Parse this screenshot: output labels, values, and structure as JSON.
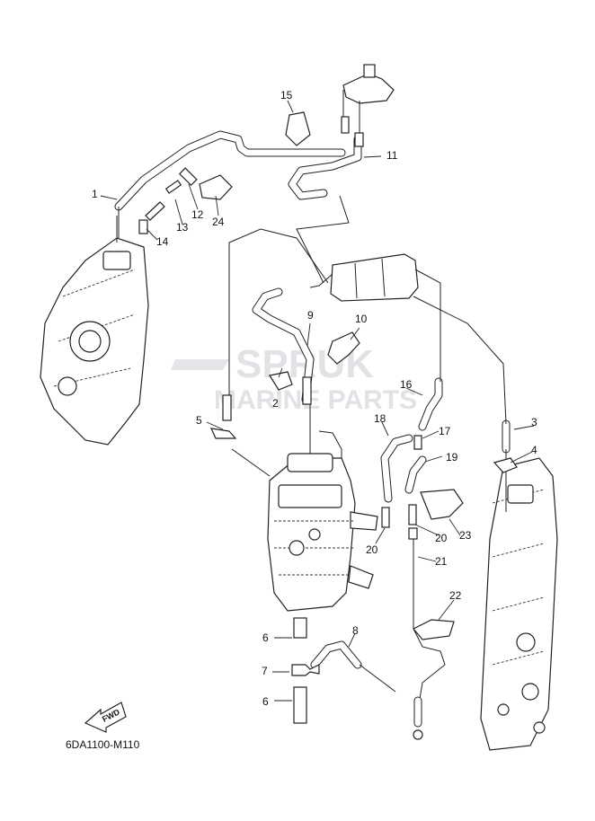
{
  "diagram": {
    "code": "6DA1100-M110",
    "fwd_label": "FWD",
    "watermark_top": "SPRUK",
    "watermark_bottom": "MARINE PARTS"
  },
  "callouts": [
    {
      "id": "c1",
      "text": "1"
    },
    {
      "id": "c2",
      "text": "2"
    },
    {
      "id": "c3",
      "text": "3"
    },
    {
      "id": "c4",
      "text": "4"
    },
    {
      "id": "c5",
      "text": "5"
    },
    {
      "id": "c6a",
      "text": "6"
    },
    {
      "id": "c6b",
      "text": "6"
    },
    {
      "id": "c7",
      "text": "7"
    },
    {
      "id": "c8",
      "text": "8"
    },
    {
      "id": "c9",
      "text": "9"
    },
    {
      "id": "c10",
      "text": "10"
    },
    {
      "id": "c11",
      "text": "11"
    },
    {
      "id": "c12",
      "text": "12"
    },
    {
      "id": "c13",
      "text": "13"
    },
    {
      "id": "c14",
      "text": "14"
    },
    {
      "id": "c15",
      "text": "15"
    },
    {
      "id": "c16",
      "text": "16"
    },
    {
      "id": "c17",
      "text": "17"
    },
    {
      "id": "c18",
      "text": "18"
    },
    {
      "id": "c19",
      "text": "19"
    },
    {
      "id": "c20a",
      "text": "20"
    },
    {
      "id": "c20b",
      "text": "20"
    },
    {
      "id": "c21",
      "text": "21"
    },
    {
      "id": "c22",
      "text": "22"
    },
    {
      "id": "c23",
      "text": "23"
    },
    {
      "id": "c24",
      "text": "24"
    }
  ]
}
